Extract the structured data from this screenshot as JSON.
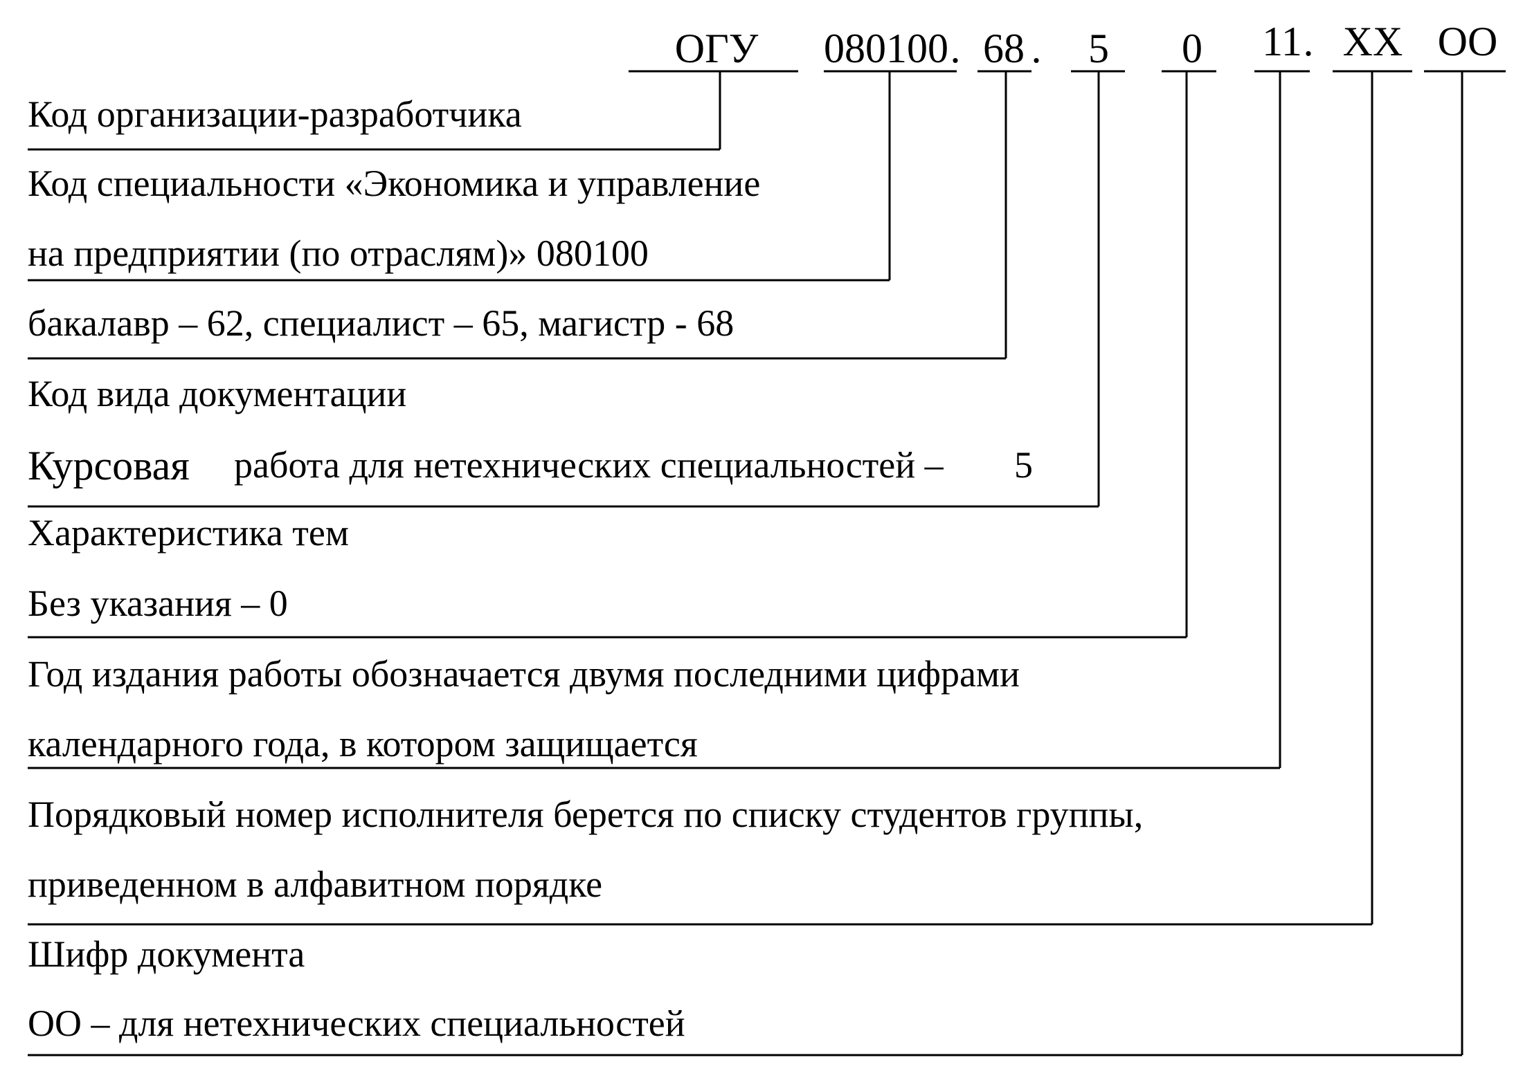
{
  "code": {
    "org": "ОГУ",
    "specialty": "080100",
    "dot1": ".",
    "degree": "68",
    "dot2": ".",
    "doc_type": "5",
    "topic": "0",
    "year": "11",
    "dot3": ".",
    "student": "XX",
    "cipher": "OO"
  },
  "descriptions": {
    "org": {
      "line1": "Код организации-разработчика"
    },
    "specialty": {
      "line1": "Код специальности «Экономика и управление",
      "line2": "на предприятии (по отраслям)» 080100"
    },
    "degree": {
      "line1": "бакалавр – 62, специалист – 65, магистр - 68"
    },
    "doc_type": {
      "line1": "Код вида документации",
      "line2_a": "Курсовая",
      "line2_b": "работа для нетехнических специальностей –",
      "line2_c": "5"
    },
    "topic": {
      "line1": "Характеристика тем",
      "line2": "Без указания – 0"
    },
    "year": {
      "line1": "Год издания работы обозначается двумя последними цифрами",
      "line2": "календарного года, в котором защищается"
    },
    "student": {
      "line1": "Порядковый номер исполнителя берется по списку студентов группы,",
      "line2": "приведенном в алфавитном порядке"
    },
    "cipher": {
      "line1": "Шифр документа",
      "line2": "ОО – для нетехнических специальностей"
    }
  }
}
